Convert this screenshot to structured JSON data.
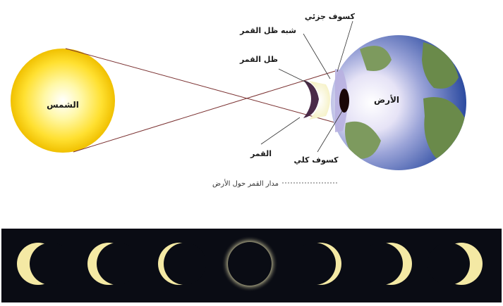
{
  "labels": {
    "sun": "الشمس",
    "earth": "الأرض",
    "moon": "القمر",
    "moon_shadow": "ظل القمر",
    "moon_penumbra": "شبه ظل القمر",
    "partial_eclipse": "كسوف جزئي",
    "total_eclipse": "كسوف كلي",
    "moon_orbit": "مدار القمر حول الأرض"
  },
  "colors": {
    "sun_core": "#fff9a0",
    "sun_edge": "#f2c400",
    "earth_ocean": "#2a4fa0",
    "earth_land": "#6a8a4a",
    "moon_dark": "#4a2a48",
    "umbra": "#1a0606",
    "strip_bg": "#0a0c14",
    "phase_fill": "#f4e9a4"
  },
  "phase_strip": {
    "phases": [
      "crescent",
      "crescent",
      "crescent",
      "total-eclipse",
      "crescent",
      "crescent",
      "crescent"
    ]
  }
}
